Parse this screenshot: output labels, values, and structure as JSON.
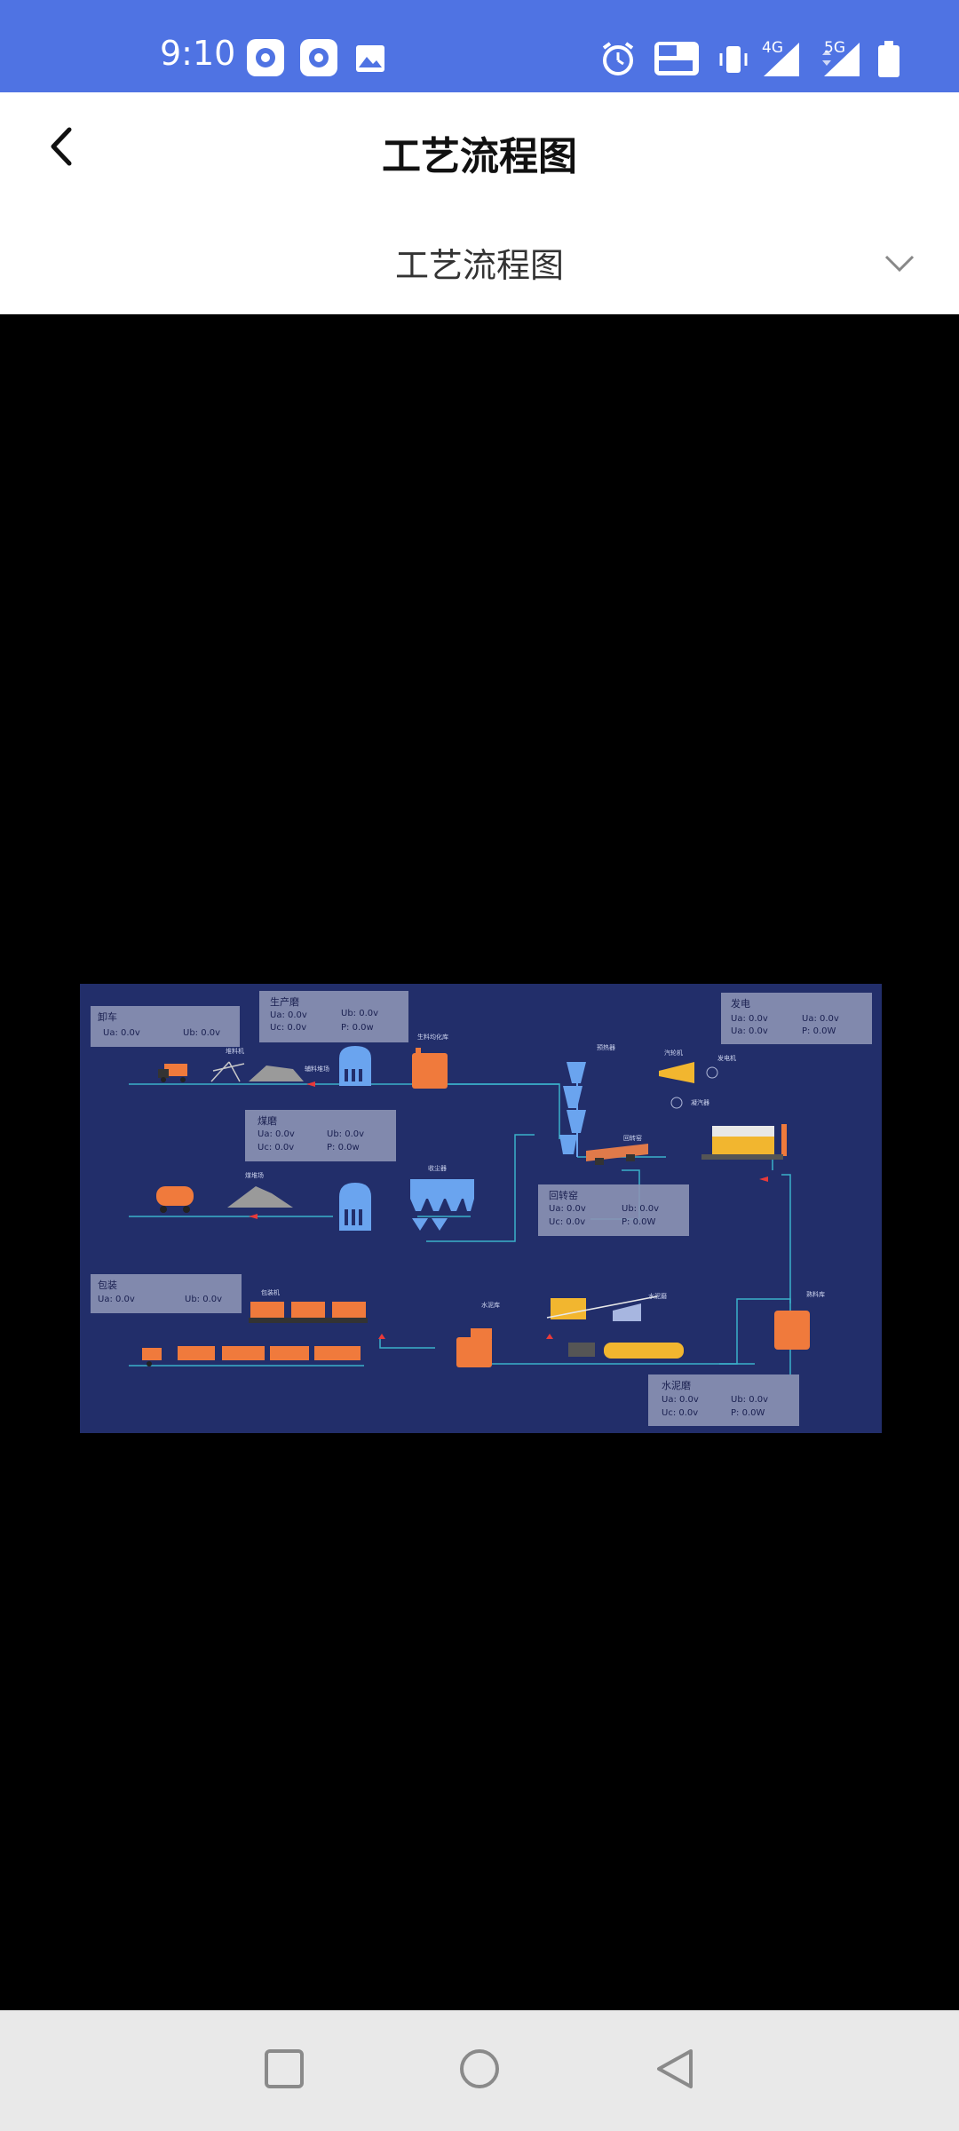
{
  "status": {
    "time": "9:10",
    "network_1": "4G",
    "network_2": "5G"
  },
  "header": {
    "title": "工艺流程图"
  },
  "selector": {
    "value": "工艺流程图"
  },
  "diagram": {
    "panels": {
      "xieche": {
        "title": "卸车",
        "l1": "Ua: 0.0v",
        "l2": "Ub: 0.0v"
      },
      "shengchanmo": {
        "title": "生产磨",
        "l1": "Ua: 0.0v",
        "l2": "Ub: 0.0v",
        "l3": "Uc: 0.0v",
        "l4": "P: 0.0w"
      },
      "meimo": {
        "title": "煤磨",
        "l1": "Ua: 0.0v",
        "l2": "Ub: 0.0v",
        "l3": "Uc: 0.0v",
        "l4": "P: 0.0w"
      },
      "fadian": {
        "title": "发电",
        "l1": "Ua: 0.0v",
        "l2": "Ua: 0.0v",
        "l3": "Ua: 0.0v",
        "l4": "P: 0.0W"
      },
      "huizhuanyao": {
        "title": "回转窑",
        "l1": "Ua: 0.0v",
        "l2": "Ub: 0.0v",
        "l3": "Uc: 0.0v",
        "l4": "P: 0.0W"
      },
      "baozhuang": {
        "title": "包装",
        "l1": "Ua: 0.0v",
        "l2": "Ub: 0.0v"
      },
      "shuinimo": {
        "title": "水泥磨",
        "l1": "Ua: 0.0v",
        "l2": "Ub: 0.0v",
        "l3": "Uc: 0.0v",
        "l4": "P: 0.0W"
      }
    },
    "labels": {
      "duiliaoji": "堆料机",
      "fuliaoduichang": "辅料堆场",
      "shengliaojunhuaku": "生料均化库",
      "yureqi": "预热器",
      "qilunji": "汽轮机",
      "fadianji": "发电机",
      "lengqiqi": "凝汽器",
      "huizhuanyao": "回转窑",
      "meiduichang": "煤堆场",
      "shouchenqi": "收尘器",
      "baozhuangji": "包装机",
      "shuiniku": "水泥库",
      "shuinimo": "水泥磨",
      "shuliaoku": "熟料库"
    }
  },
  "colors": {
    "statusbar": "#4f73e3",
    "diagram_bg": "#222e6a",
    "panel_bg": "#8c94b5",
    "equipment_orange": "#f07a3c",
    "equipment_blue": "#6aa4ef"
  }
}
